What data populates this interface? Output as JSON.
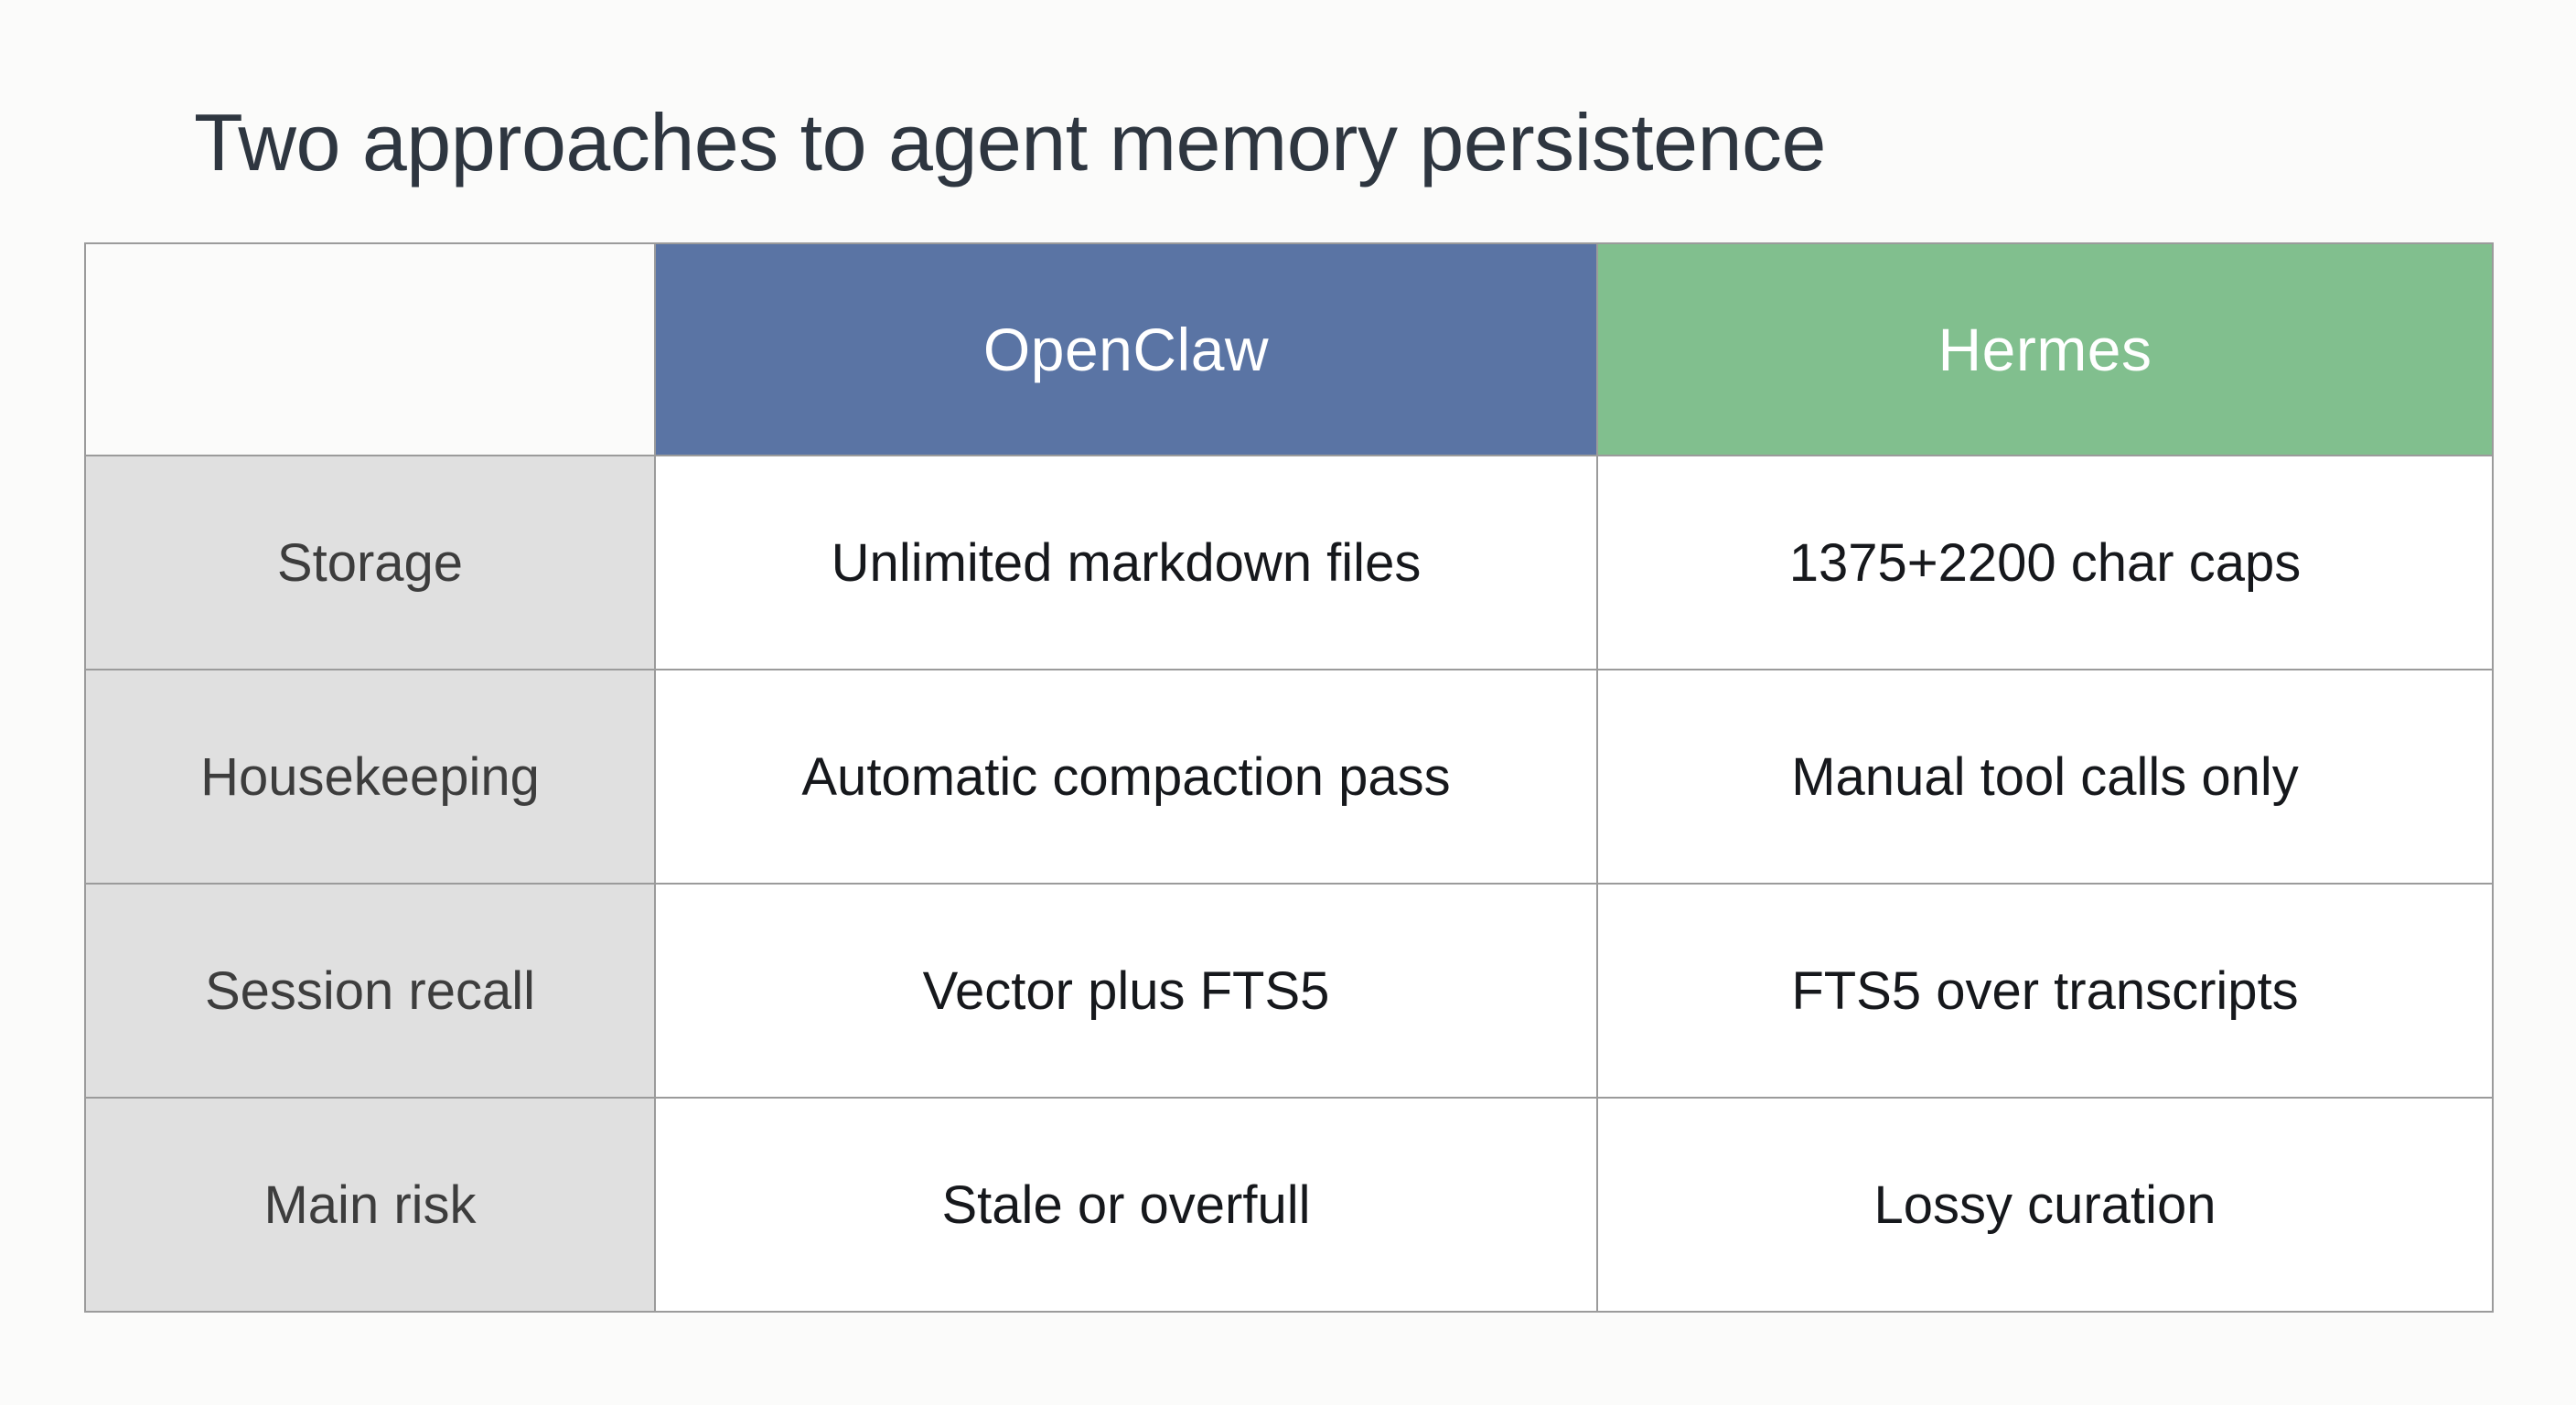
{
  "slide": {
    "title": "Two approaches to agent memory persistence",
    "background_color": "#fbfbfa",
    "title_color": "#2e3640"
  },
  "table": {
    "columns": [
      {
        "key": "label",
        "label": "",
        "header_background": "transparent",
        "header_text_color": ""
      },
      {
        "key": "openclaw",
        "label": "OpenClaw",
        "header_background": "#5a74a4",
        "header_text_color": "#ffffff"
      },
      {
        "key": "hermes",
        "label": "Hermes",
        "header_background": "#81bf8e",
        "header_text_color": "#ffffff"
      }
    ],
    "border_color": "#9b9b9b",
    "label_cell_background": "#e0e0e0",
    "label_cell_text_color": "#3d3d3d",
    "value_cell_background": "#ffffff",
    "value_cell_text_color": "#16181c",
    "rows": [
      {
        "label": "Storage",
        "openclaw": "Unlimited markdown files",
        "hermes": "1375+2200 char caps"
      },
      {
        "label": "Housekeeping",
        "openclaw": "Automatic compaction pass",
        "hermes": "Manual tool calls only"
      },
      {
        "label": "Session recall",
        "openclaw": "Vector plus FTS5",
        "hermes": "FTS5 over transcripts"
      },
      {
        "label": "Main risk",
        "openclaw": "Stale or overfull",
        "hermes": "Lossy curation"
      }
    ]
  }
}
